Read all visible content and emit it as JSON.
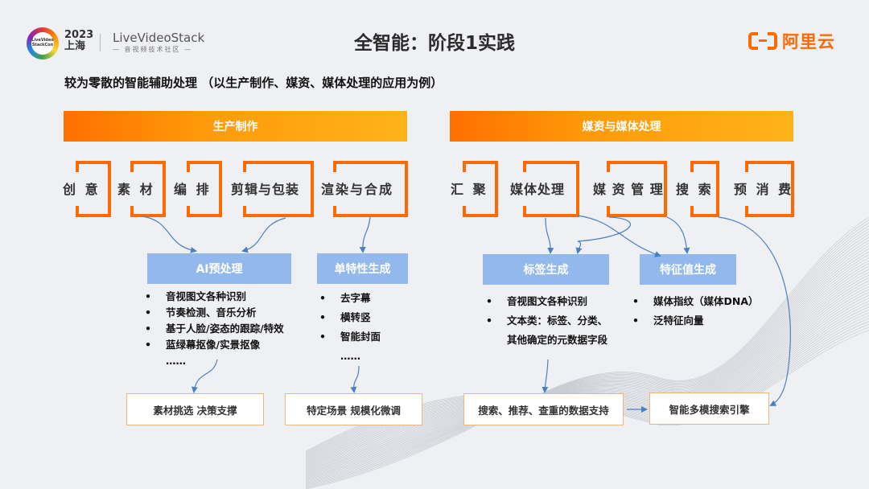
{
  "header": {
    "conference_logo_text": "LiveVideo StackCon",
    "conference_year": "2023",
    "conference_city": "上海",
    "community_name": "LiveVideoStack",
    "community_subtitle": "— 音视频技术社区 —",
    "title": "全智能：阶段1实践",
    "brand_name": "阿里云",
    "brand_color": "#ff6a00"
  },
  "subtitle": "较为零散的智能辅助处理 （以生产制作、媒资、媒体处理的应用为例）",
  "left_section": {
    "banner": "生产制作",
    "stages": [
      "创 意",
      "素 材",
      "编 排",
      "剪辑与包装",
      "渲染与合成"
    ],
    "ai_preprocess": {
      "title": "AI预处理",
      "bullets": [
        "音视图文各种识别",
        "节奏检测、音乐分析",
        "基于人脸/姿态的跟踪/特效",
        "蓝绿幕抠像/实景抠像"
      ],
      "ellipsis": "……"
    },
    "single_feature": {
      "title": "单特性生成",
      "bullets": [
        "去字幕",
        "横转竖",
        "智能封面"
      ],
      "ellipsis": "……"
    },
    "outputs": [
      "素材挑选 决策支撑",
      "特定场景  规模化微调"
    ]
  },
  "right_section": {
    "banner": "媒资与媒体处理",
    "stages": [
      "汇 聚",
      "媒体处理",
      "媒 资 管 理",
      "搜 索",
      "预 消 费"
    ],
    "tag_gen": {
      "title": "标签生成",
      "bullets": [
        "音视图文各种识别",
        "文本类：标签、分类、"
      ],
      "continuation": "其他确定的元数据字段"
    },
    "feature_gen": {
      "title": "特征值生成",
      "bullets": [
        "媒体指纹（媒体DNA）",
        "泛特征向量"
      ]
    },
    "outputs": [
      "搜索、推荐、查重的数据支持",
      "智能多模搜索引擎"
    ]
  },
  "colors": {
    "bracket": "#ff6a00",
    "blue_box": "#93b8ec",
    "arrow": "#4a7fc1",
    "output_border": "#f5b57a"
  }
}
